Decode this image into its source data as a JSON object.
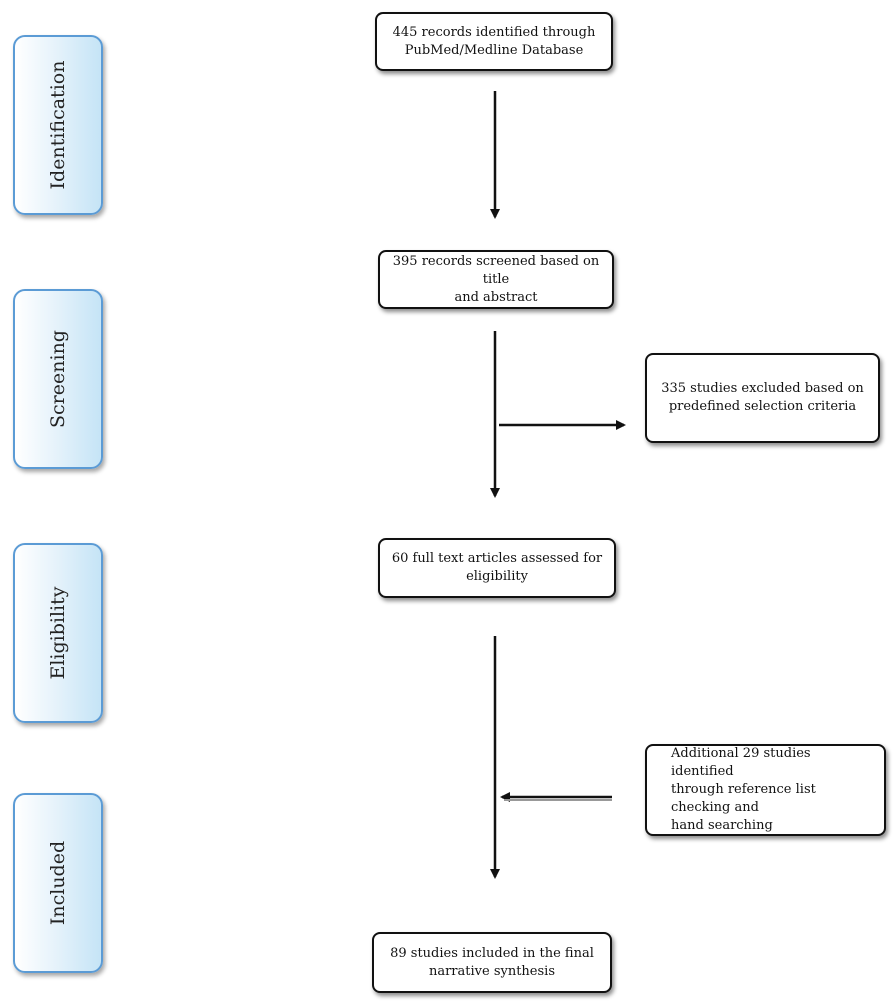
{
  "stages": {
    "identification": "Identification",
    "screening": "Screening",
    "eligibility": "Eligibility",
    "included": "Included"
  },
  "boxes": {
    "identified": "445 records identified through\nPubMed/Medline Database",
    "screened": "395 records screened based on title\nand abstract",
    "excluded": "335 studies excluded based on\npredefined selection criteria",
    "assessed": "60 full text articles assessed for\neligibility",
    "additional": "Additional 29 studies identified\nthrough reference list checking and\nhand searching",
    "included": "89 studies included in the final\nnarrative synthesis"
  },
  "colors": {
    "stage_border": "#5b9bd5",
    "stage_fill": "#c5e4f6",
    "box_border": "#111111",
    "arrow": "#111111"
  }
}
